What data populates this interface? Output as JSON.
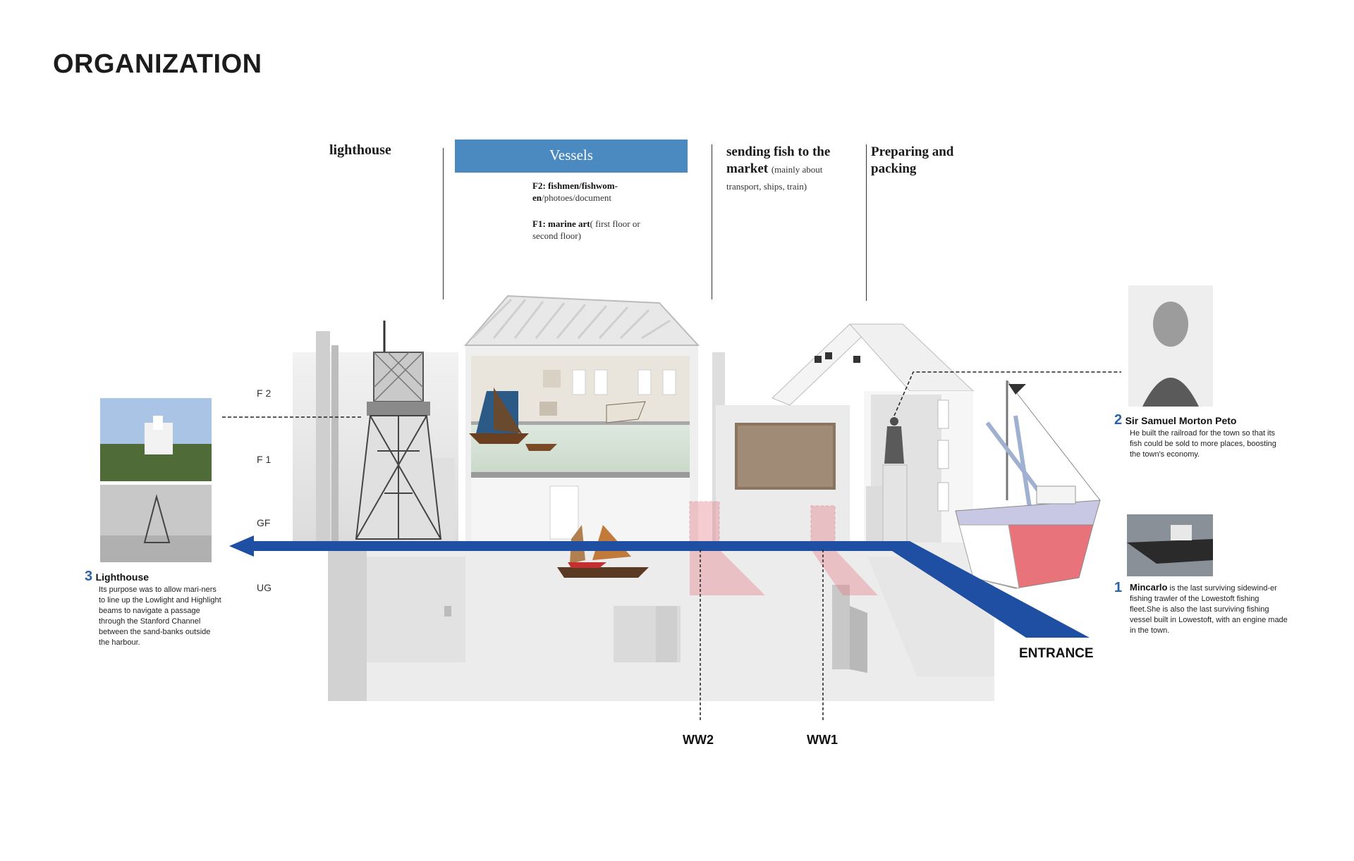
{
  "title": "ORGANIZATION",
  "categories": {
    "lighthouse": "lighthouse",
    "vessels": "Vessels",
    "vessels_f2_bold": "F2: fishmen/fishwom-en",
    "vessels_f2_rest": "/photoes/document",
    "vessels_f1_bold": "F1: marine art",
    "vessels_f1_rest": "( first floor or second floor)",
    "sending_bold": "sending fish to the market",
    "sending_rest": "(mainly about transport, ships, train)",
    "preparing": "Preparing and packing"
  },
  "floors": {
    "f2": "F 2",
    "f1": "F 1",
    "gf": "GF",
    "ug": "UG"
  },
  "notes": {
    "lighthouse": {
      "number": "3",
      "title": "Lighthouse",
      "body": "Its purpose was to allow mari-ners to line up the Lowlight and Highlight beams to navigate a passage through the Stanford Channel between the sand-banks outside the harbour."
    },
    "peto": {
      "number": "2",
      "title": "Sir Samuel Morton Peto",
      "body": "He built the railroad for the town so that its fish could be sold to more places, boosting the town's economy."
    },
    "mincarlo": {
      "number": "1",
      "title": "Mincarlo",
      "body": " is the last surviving sidewind-er fishing trawler of the Lowestoft fishing fleet.She is also the last surviving fishing vessel built in Lowestoft, with an engine made in the town."
    }
  },
  "markers": {
    "ww2": "WW2",
    "ww1": "WW1",
    "entrance": "ENTRANCE"
  },
  "colors": {
    "accent_blue": "#1f4fa3",
    "header_blue": "#4a8ac0",
    "number_blue": "#2a62a8",
    "wall_pink": "#e5717a"
  },
  "icons": {
    "lighthouse_tower": "lighthouse-tower-icon",
    "sailing_boat": "sailing-boat-icon",
    "trawler": "trawler-ship-icon",
    "statue": "statue-icon"
  }
}
